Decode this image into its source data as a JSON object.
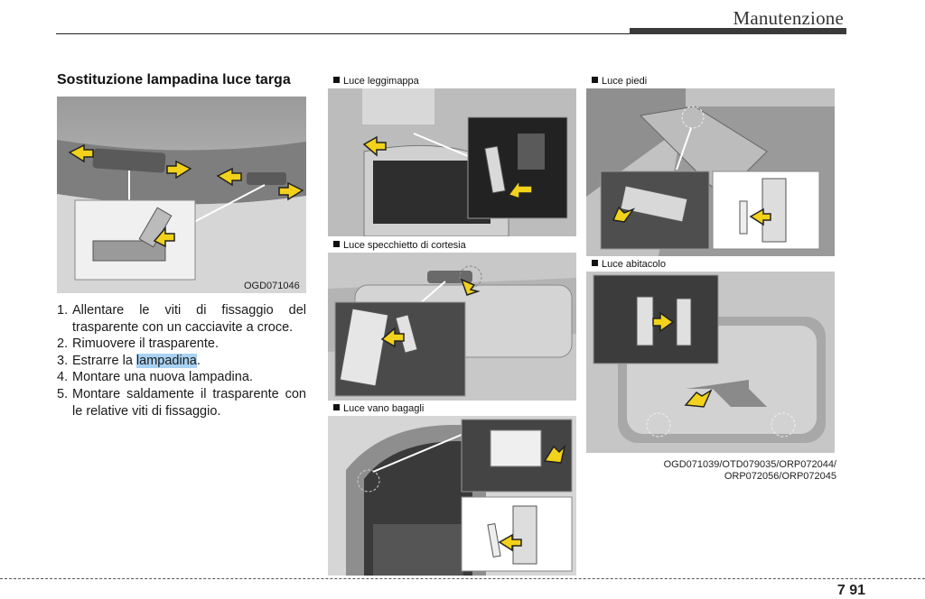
{
  "header": {
    "title": "Manutenzione"
  },
  "section": {
    "title": "Sostituzione lampadina luce targa",
    "figure_code": "OGD071046",
    "steps": [
      {
        "num": "1.",
        "text": "Allentare le viti di fissaggio del trasparente con un cacciavite a croce."
      },
      {
        "num": "2.",
        "text": "Rimuovere il trasparente."
      },
      {
        "num": "3.",
        "text_before": "Estrarre la ",
        "text_highlight": "lampadina",
        "text_after": "."
      },
      {
        "num": "4.",
        "text": "Montare una nuova lampadina."
      },
      {
        "num": "5.",
        "text": "Montare saldamente il trasparente con le relative viti di fissaggio."
      }
    ]
  },
  "figures": {
    "map_lamp": "Luce leggimappa",
    "vanity_mirror": "Luce specchietto di cortesia",
    "luggage_lamp": "Luce vano bagagli",
    "foot_lamp": "Luce piedi",
    "room_lamp": "Luce abitacolo",
    "codes_line1": "OGD071039/OTD079035/ORP072044/",
    "codes_line2": "ORP072056/ORP072045"
  },
  "footer": {
    "page": "7 91"
  },
  "colors": {
    "arrow_fill": "#f2d21a",
    "arrow_stroke": "#222222",
    "highlight": "#a9d2f3"
  }
}
